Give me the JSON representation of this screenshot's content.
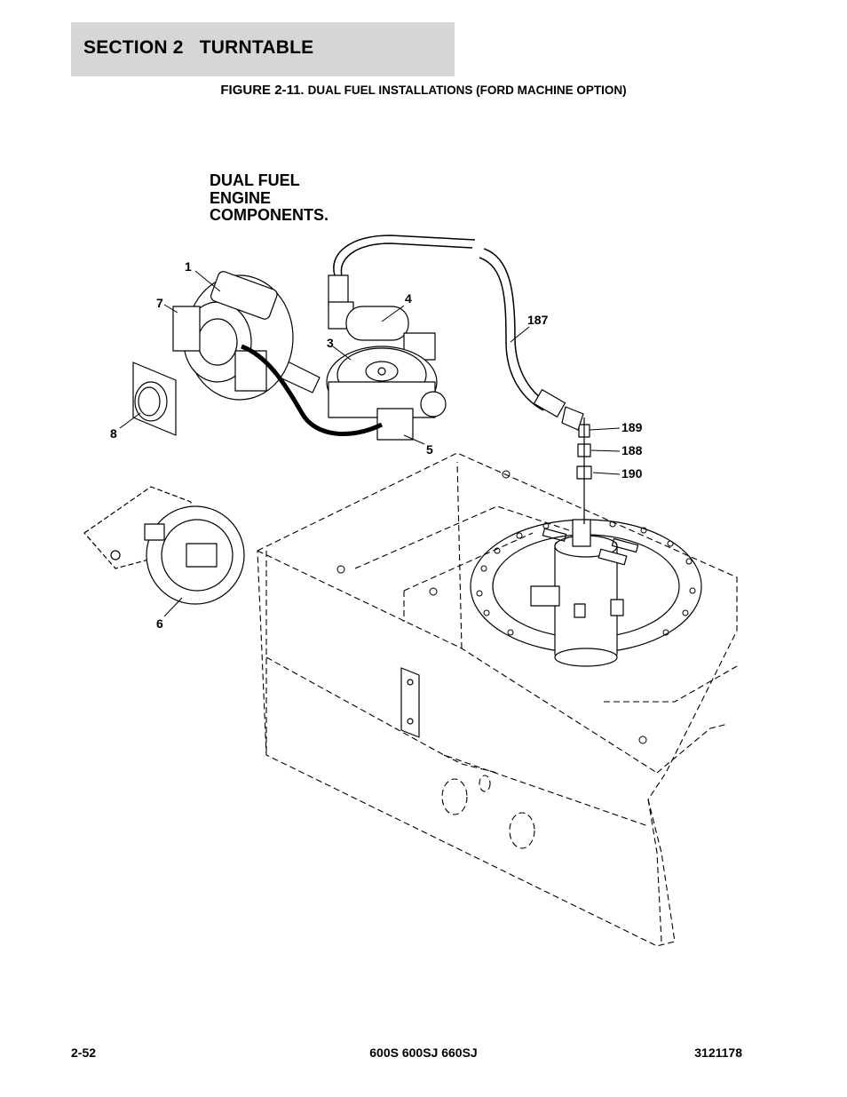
{
  "header": {
    "section": "SECTION 2   TURNTABLE"
  },
  "figure": {
    "number": "FIGURE 2-11.",
    "title": "DUAL FUEL INSTALLATIONS (FORD MACHINE OPTION)"
  },
  "diagram": {
    "title_lines": [
      "DUAL FUEL",
      "ENGINE",
      "COMPONENTS."
    ],
    "callouts": [
      "1",
      "7",
      "4",
      "3",
      "187",
      "8",
      "5",
      "189",
      "188",
      "190",
      "6"
    ]
  },
  "footer": {
    "page": "2-52",
    "models": "600S 600SJ 660SJ",
    "doc_number": "3121178"
  }
}
